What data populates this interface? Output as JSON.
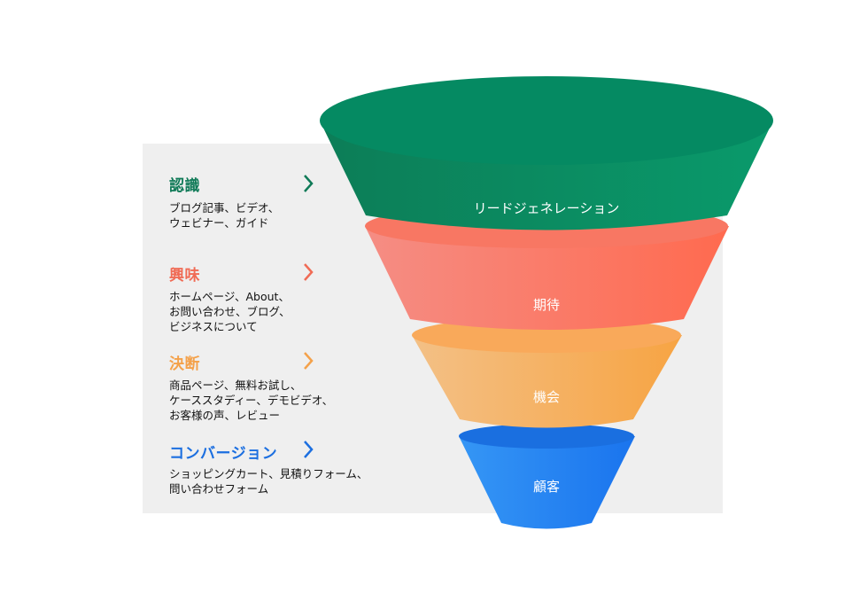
{
  "stages": [
    {
      "title": "認識",
      "color": "#0f7a57",
      "desc": [
        "ブログ記事、ビデオ、",
        "ウェビナー、ガイド"
      ],
      "funnel_label": "リードジェネレーション",
      "funnel_color": "#0a8f64"
    },
    {
      "title": "興味",
      "color": "#f06b55",
      "desc": [
        "ホームページ、About、",
        "お問い合わせ、ブログ、",
        "ビジネスについて"
      ],
      "funnel_label": "期待",
      "funnel_color": "#f7776a"
    },
    {
      "title": "決断",
      "color": "#f4a14a",
      "desc": [
        "商品ページ、無料お試し、",
        "ケーススタディー、デモビデオ、",
        "お客様の声、レビュー"
      ],
      "funnel_label": "機会",
      "funnel_color": "#f5ae62"
    },
    {
      "title": "コンバージョン",
      "color": "#1c6fe0",
      "desc": [
        "ショッピングカート、見積りフォーム、",
        "問い合わせフォーム"
      ],
      "funnel_label": "顧客",
      "funnel_color": "#2b87f0"
    }
  ]
}
